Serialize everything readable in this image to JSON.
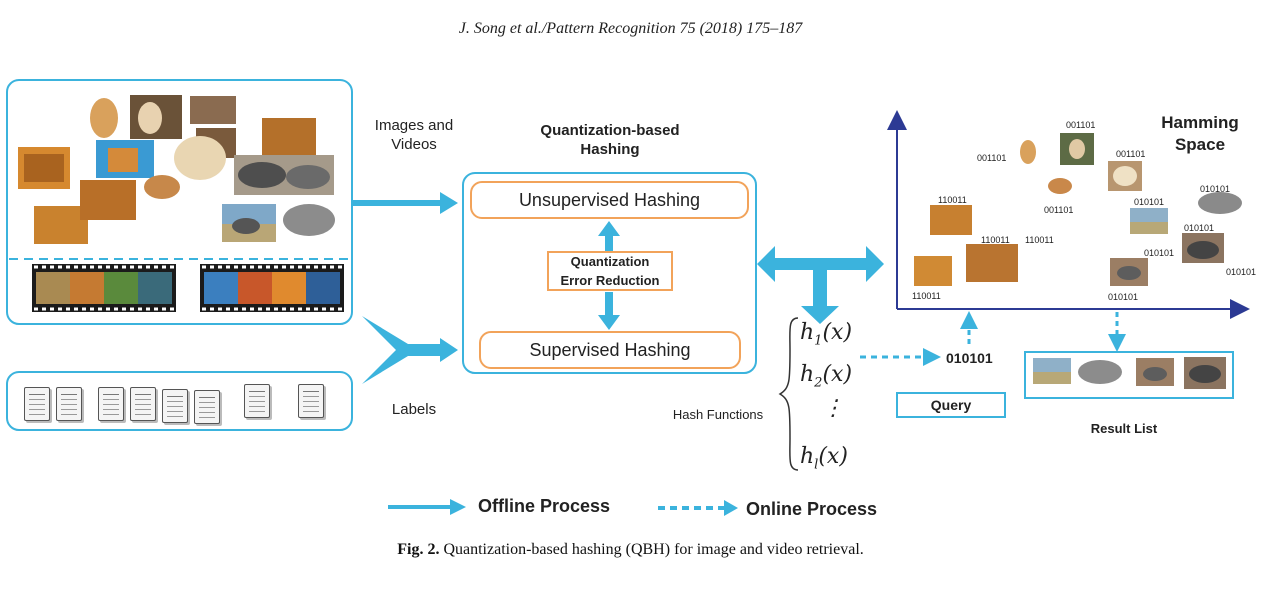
{
  "header": {
    "citation": "J. Song et al./Pattern Recognition 75 (2018) 175–187"
  },
  "caption": {
    "fig_label": "Fig. 2.",
    "text": "Quantization-based hashing (QBH) for image and video retrieval."
  },
  "labels": {
    "images_videos": [
      "Images and",
      "Videos"
    ],
    "labels_text": "Labels",
    "qbh_title": [
      "Quantization-based",
      "Hashing"
    ],
    "unsupervised": "Unsupervised Hashing",
    "qer": [
      "Quantization",
      "Error Reduction"
    ],
    "supervised": "Supervised Hashing",
    "hash_functions": "Hash Functions",
    "hamming_space": [
      "Hamming",
      "Space"
    ],
    "query_code": "010101",
    "query": "Query",
    "result_list": "Result List"
  },
  "hash_fns": {
    "h1": "h",
    "h1_sub": "1",
    "h2": "h",
    "h2_sub": "2",
    "hl": "h",
    "hl_sub": "l",
    "arg": "(x)",
    "dots": "⋮"
  },
  "hamming_codes": [
    "001101",
    "001101",
    "001101",
    "001101",
    "110011",
    "110011",
    "110011",
    "110011",
    "010101",
    "010101",
    "010101",
    "010101",
    "010101",
    "010101"
  ],
  "legend": {
    "offline": "Offline Process",
    "online": "Online Process"
  },
  "colors": {
    "accent": "#3bb3dd",
    "orange": "#f2a35a",
    "axis": "#2c3a94"
  },
  "icons": [
    "tiger-image",
    "dog-image",
    "rhino-image",
    "video-filmstrip",
    "label-document"
  ]
}
